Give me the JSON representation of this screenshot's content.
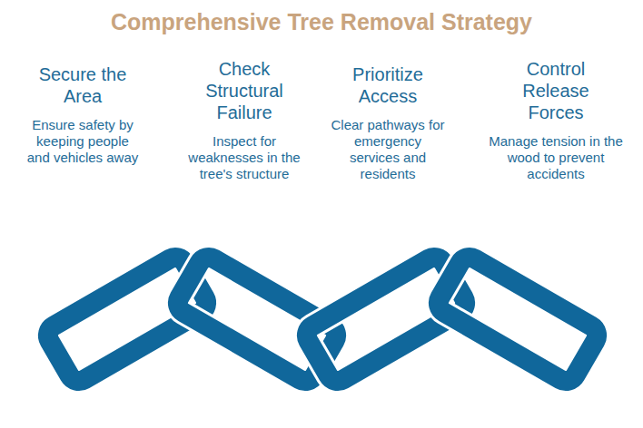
{
  "diagram": {
    "title": "Comprehensive Tree Removal Strategy",
    "nodes": [
      {
        "text": [
          "Secure the Area",
          "Ensure safety by keeping people and vehicles away"
        ]
      },
      {
        "text": [
          "Check Structural Failure",
          "Inspect for weaknesses in the tree's structure"
        ]
      },
      {
        "text": [
          "Prioritize Access",
          "Clear pathways for emergency services and residents"
        ]
      },
      {
        "text": [
          "Control Release Forces",
          "Manage tension in the wood to prevent accidents"
        ]
      }
    ]
  }
}
